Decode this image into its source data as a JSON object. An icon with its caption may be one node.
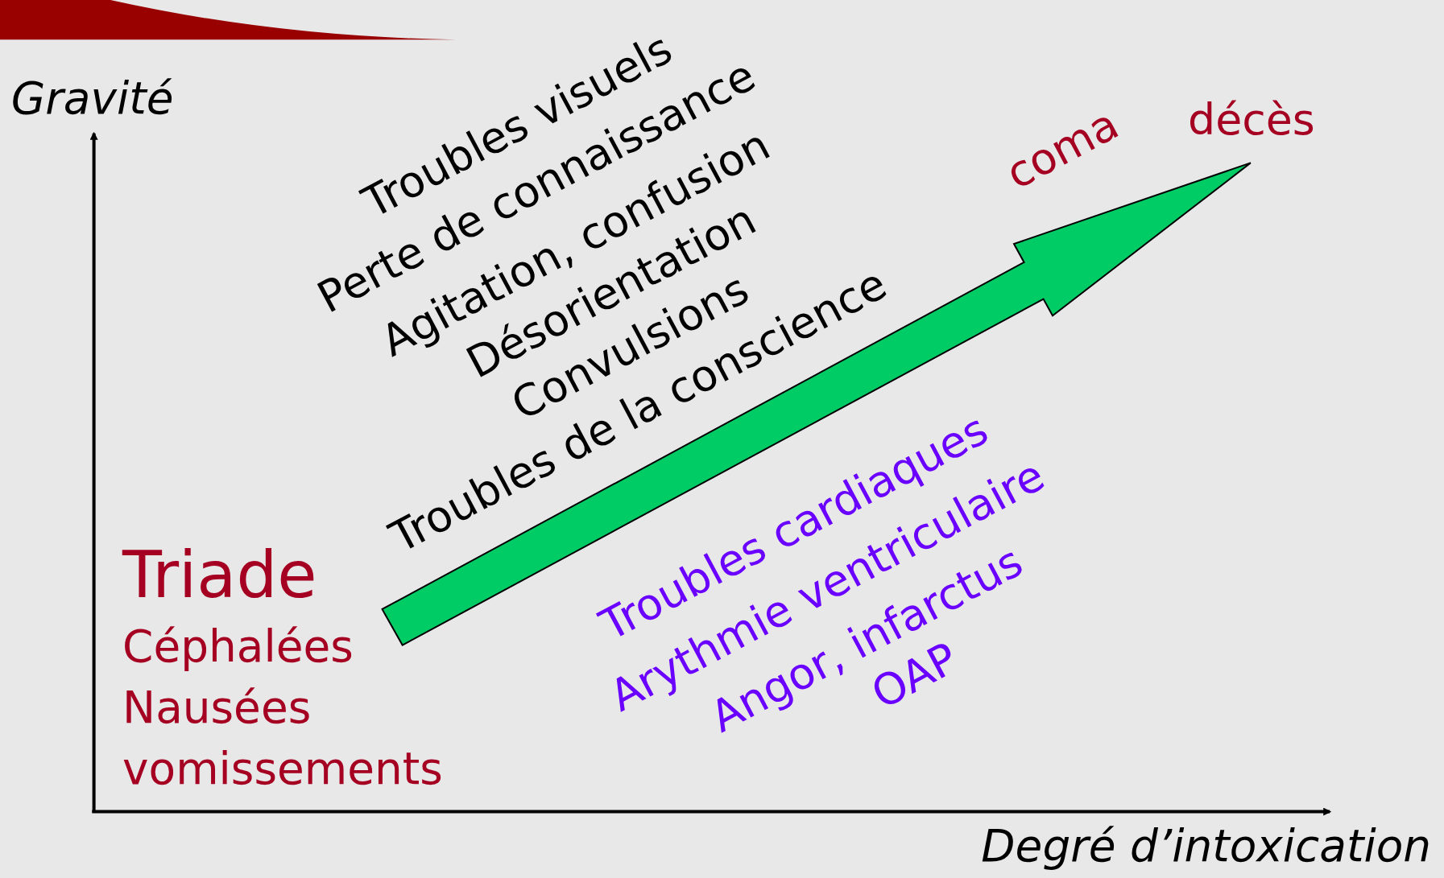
{
  "diagram": {
    "labels": [
      "Gravité",
      "Troubles visuels",
      "Perte de connaissance",
      "Agitation, confusion",
      "Désorientation",
      "Convulsions",
      "Troubles de la conscience",
      "coma",
      "décès",
      "Triade",
      "Céphalées",
      "Nausées",
      "vomissements",
      "Troubles cardiaques",
      "Arythmie ventriculaire",
      "Angor, infarctus",
      "OAP",
      "Degré d’intoxication"
    ]
  }
}
